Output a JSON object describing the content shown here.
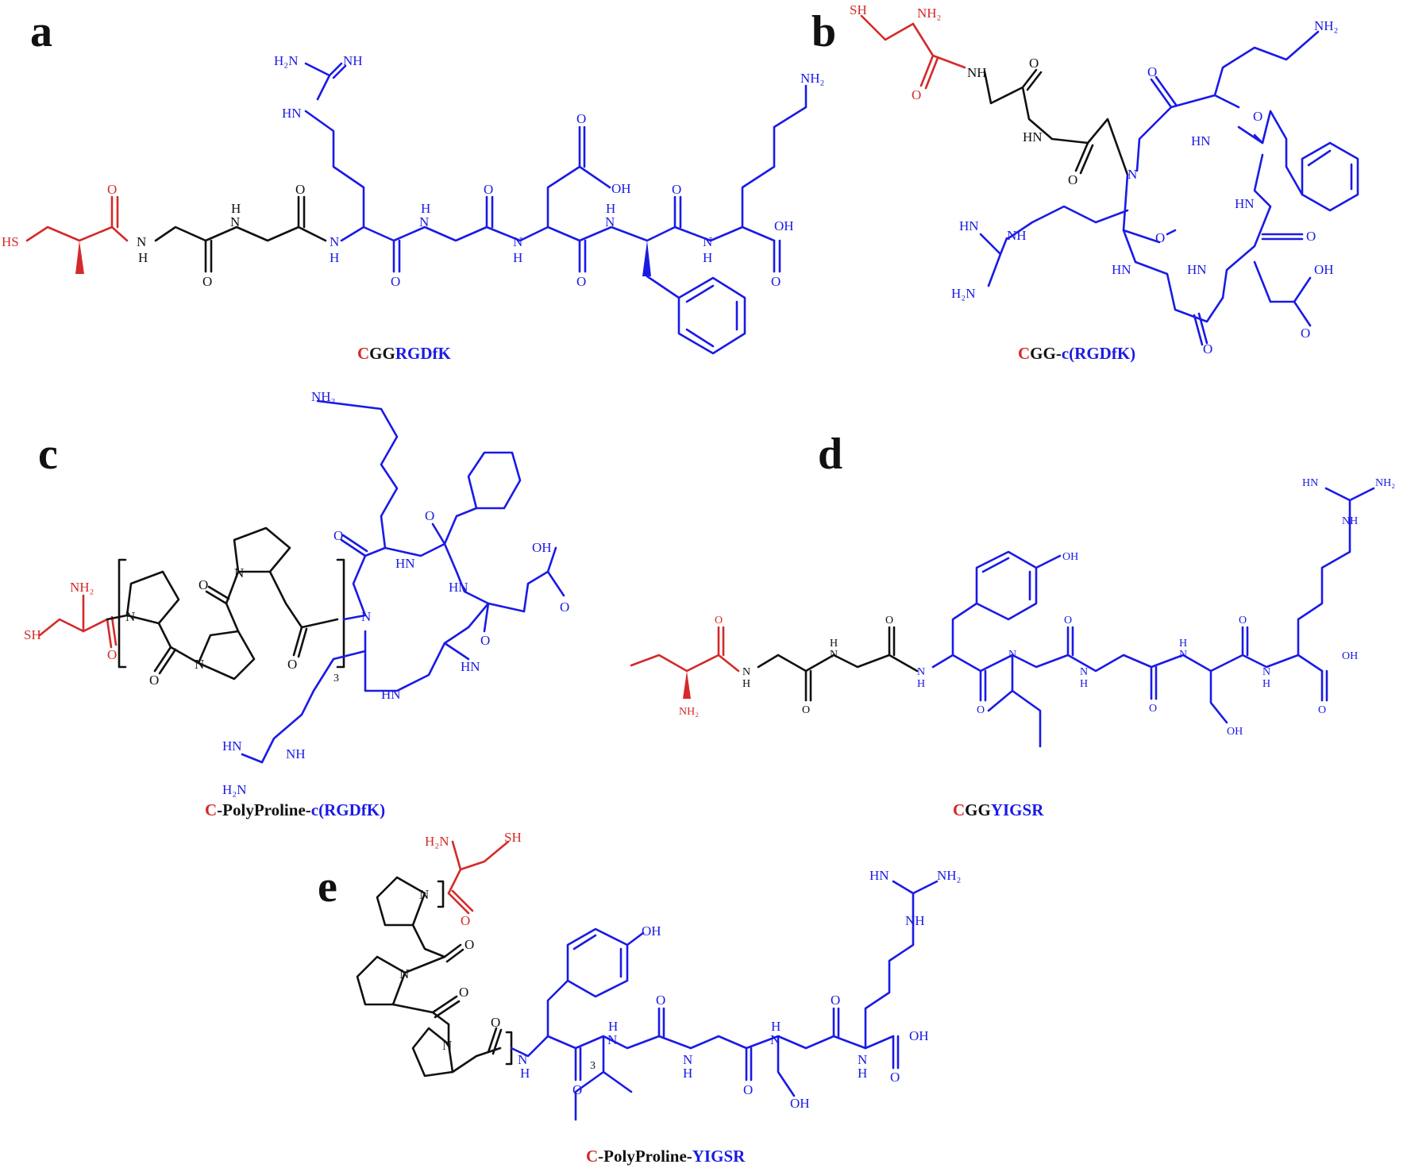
{
  "colors": {
    "cysteine": "#d42a2a",
    "linker": "#111111",
    "peptide": "#1a1ae6"
  },
  "panels": [
    {
      "letter": "a",
      "caption": [
        {
          "text": "C",
          "color": "red"
        },
        {
          "text": "GG",
          "color": "black"
        },
        {
          "text": "RGDfK",
          "color": "blue"
        }
      ]
    },
    {
      "letter": "b",
      "caption": [
        {
          "text": "C",
          "color": "red"
        },
        {
          "text": "GG-",
          "color": "black"
        },
        {
          "text": "c(RGDfK)",
          "color": "blue"
        }
      ]
    },
    {
      "letter": "c",
      "caption": [
        {
          "text": "C",
          "color": "red"
        },
        {
          "text": "-PolyProline-",
          "color": "black"
        },
        {
          "text": "c(RGDfK)",
          "color": "blue"
        }
      ]
    },
    {
      "letter": "d",
      "caption": [
        {
          "text": "C",
          "color": "red"
        },
        {
          "text": "GG",
          "color": "black"
        },
        {
          "text": "YIGSR",
          "color": "blue"
        }
      ]
    },
    {
      "letter": "e",
      "caption": [
        {
          "text": "C",
          "color": "red"
        },
        {
          "text": "-PolyProline-",
          "color": "black"
        },
        {
          "text": "YIGSR",
          "color": "blue"
        }
      ]
    }
  ],
  "atom_labels": {
    "SH": "SH",
    "HS": "HS",
    "NH2": "NH₂",
    "H2N": "H₂N",
    "NH": "NH",
    "HN": "HN",
    "N": "N",
    "H": "H",
    "O": "O",
    "OH": "OH",
    "repeat": "3"
  }
}
